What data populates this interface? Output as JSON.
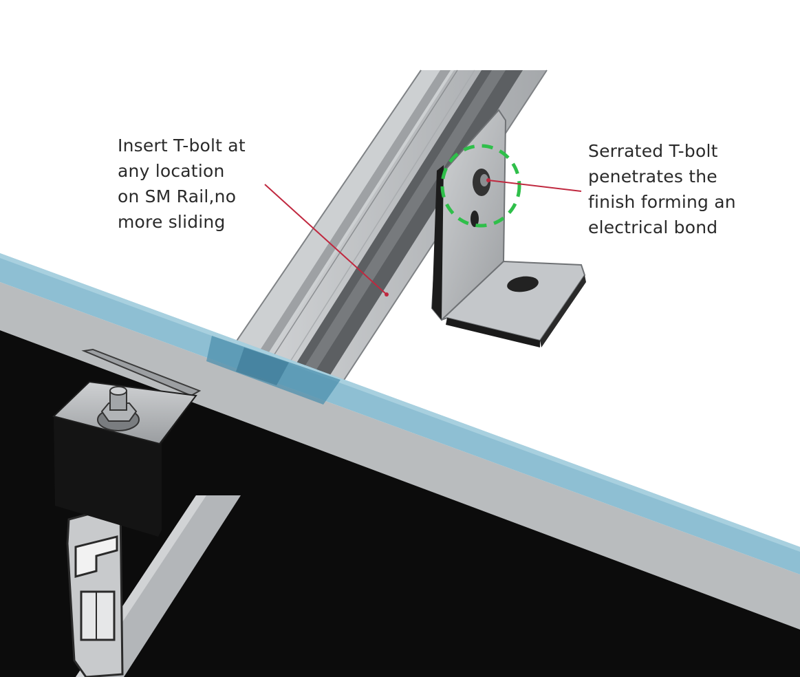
{
  "callouts": {
    "left": {
      "lines": [
        "Insert T-bolt at",
        "any location",
        "on SM Rail,no",
        "more sliding"
      ]
    },
    "right": {
      "lines": [
        "Serrated T-bolt",
        "penetrates the",
        "finish forming an",
        "electrical bond"
      ]
    }
  },
  "colors": {
    "leader_line": "#c0283f",
    "highlight_circle": "#2fbf4a",
    "glass_blue": "#8ebfd3",
    "module_frame": "#0c0c0c",
    "frame_lip": "#b9bcbe",
    "rail_metal": "#b8bbbe",
    "rail_dark_groove": "#5c5f62"
  },
  "icons": {
    "clamp": "mid-clamp-icon",
    "bolt": "hex-bolt-icon",
    "bracket": "l-foot-bracket-icon"
  }
}
